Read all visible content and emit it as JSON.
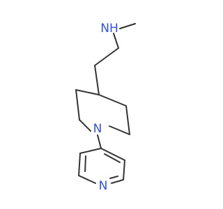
{
  "molecule": {
    "atom_labels": {
      "amine_nitrogen": "NH",
      "piperidine_nitrogen": "N",
      "pyridine_nitrogen": "N"
    },
    "colors": {
      "nitrogen": "#3050F8",
      "bond": "#333333",
      "background": "#FFFFFF"
    }
  }
}
